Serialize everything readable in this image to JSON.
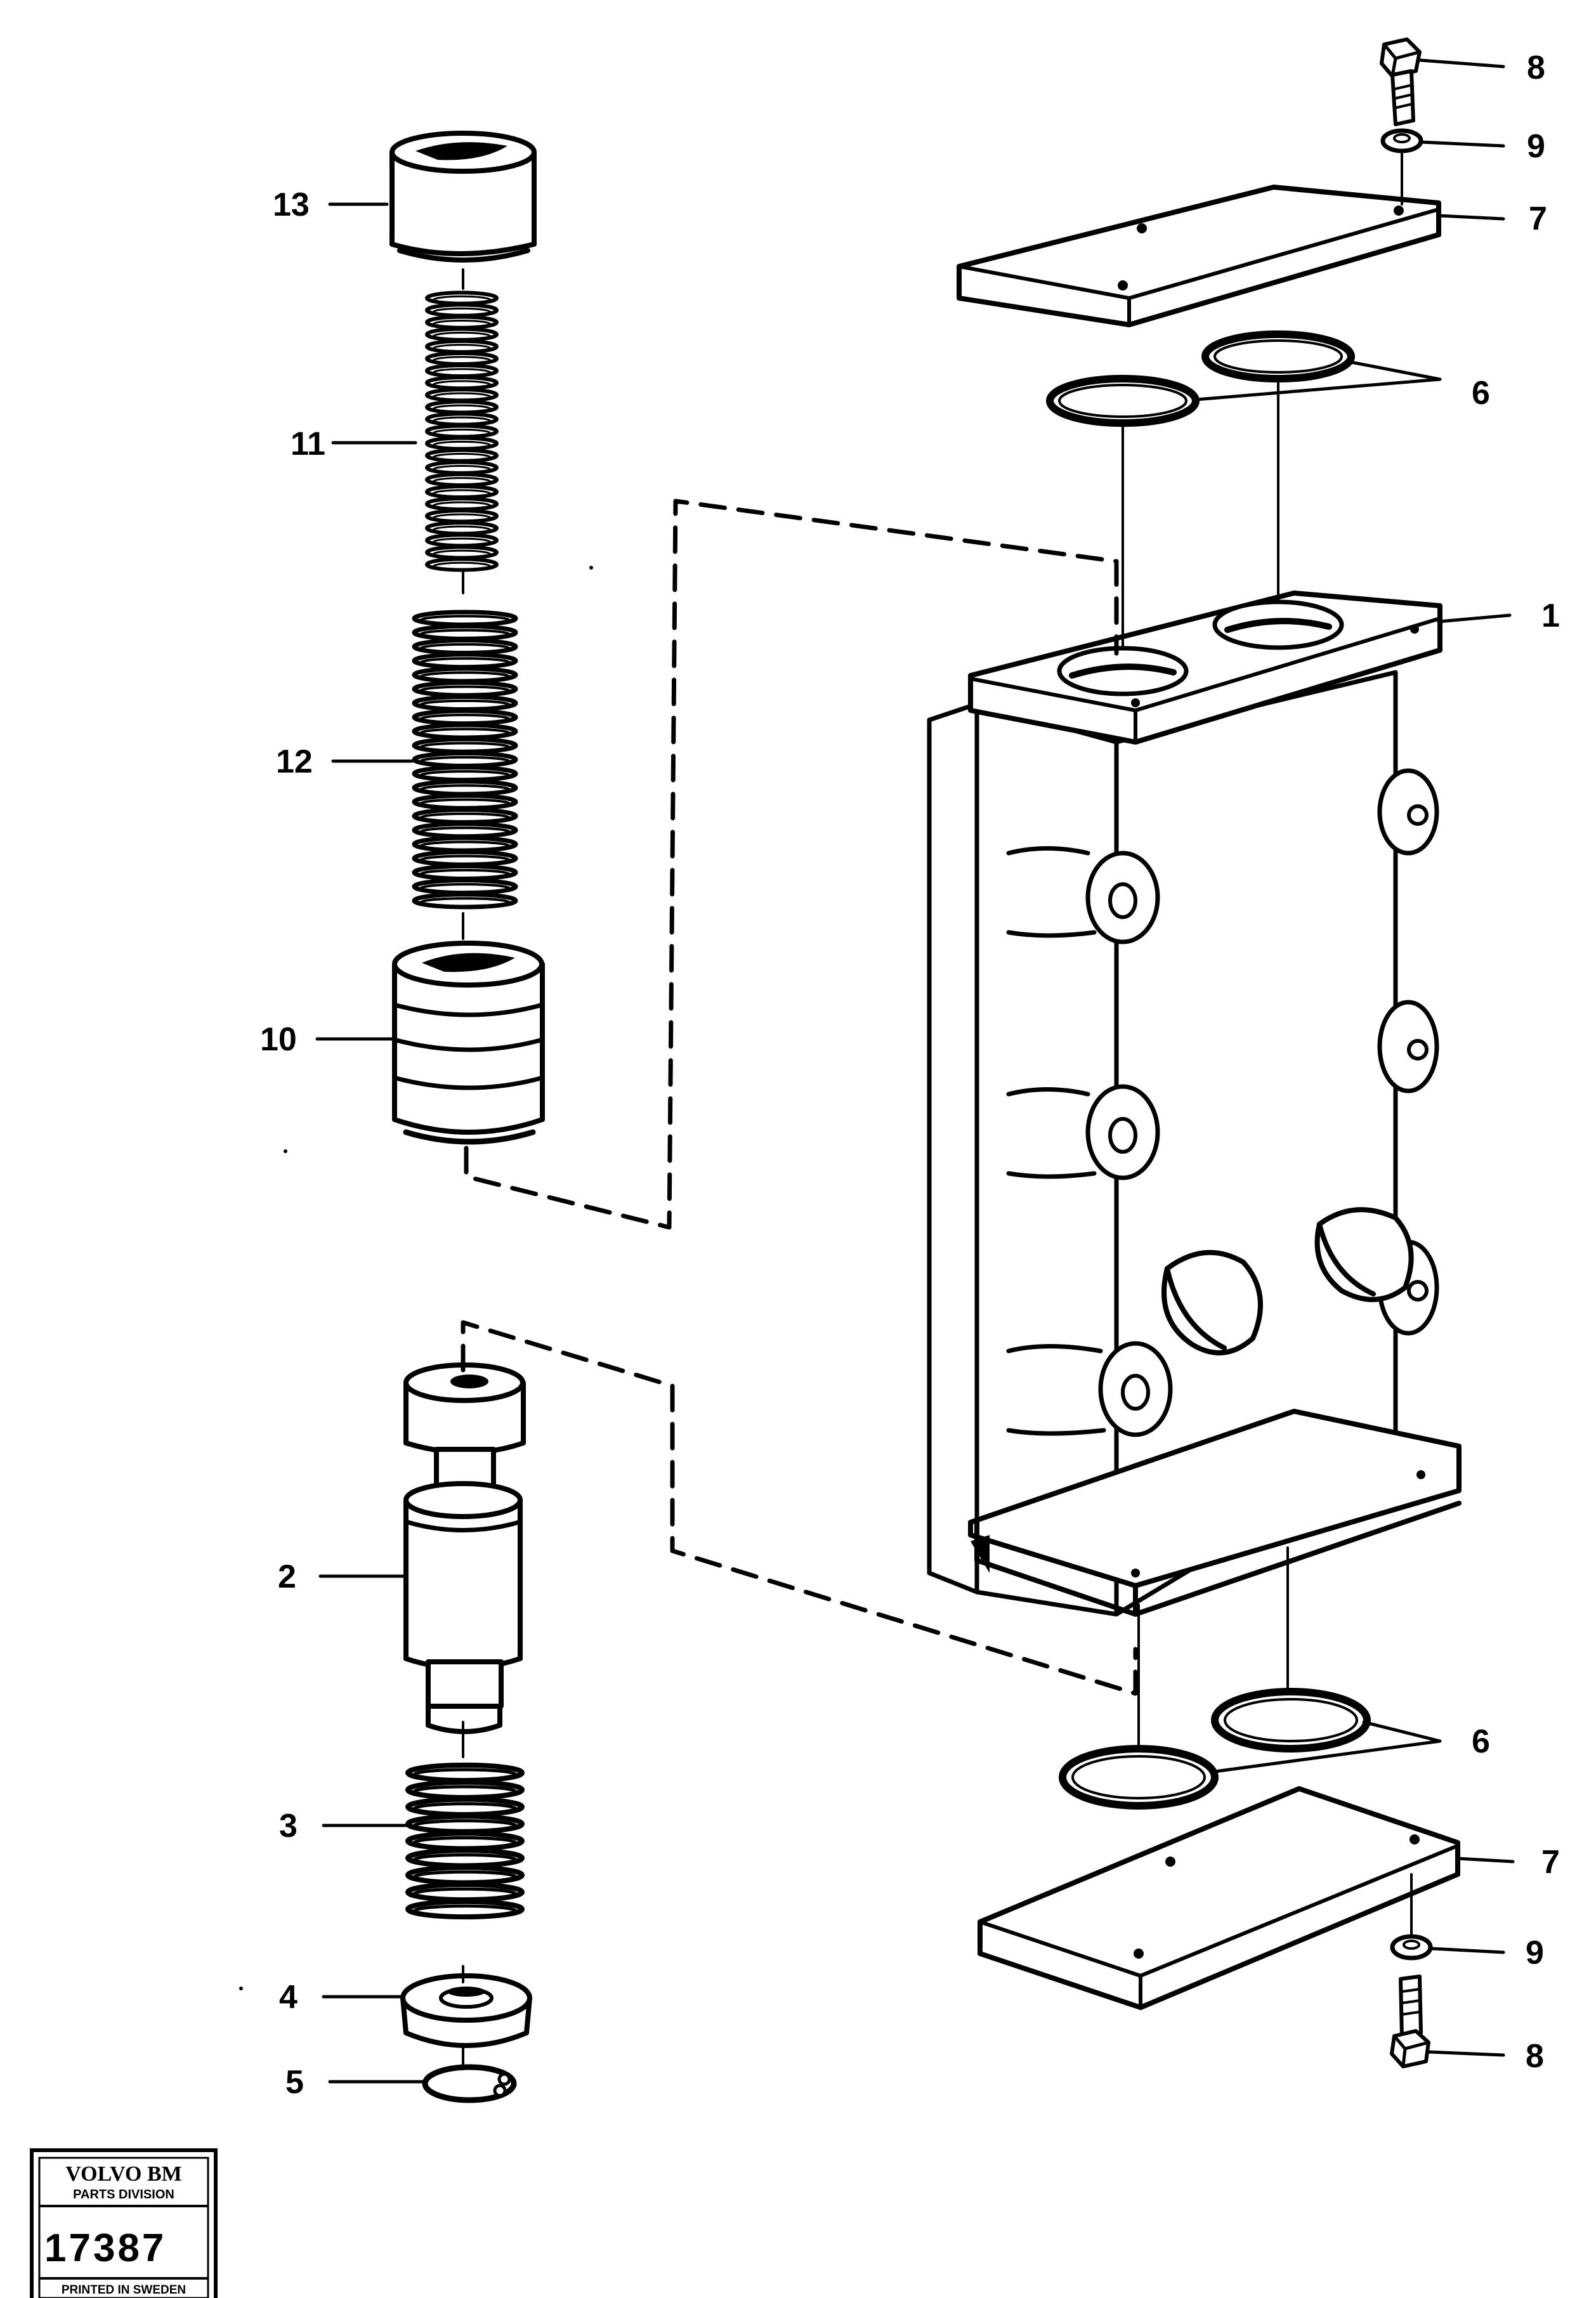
{
  "callouts": {
    "c1": "1",
    "c2": "2",
    "c3": "3",
    "c4": "4",
    "c5": "5",
    "c6a": "6",
    "c6b": "6",
    "c7a": "7",
    "c7b": "7",
    "c8a": "8",
    "c8b": "8",
    "c9a": "9",
    "c9b": "9",
    "c10": "10",
    "c11": "11",
    "c12": "12",
    "c13": "13"
  },
  "stamp": {
    "brand": "VOLVO BM",
    "division": "PARTS DIVISION",
    "number": "17387",
    "printed": "PRINTED IN SWEDEN"
  }
}
